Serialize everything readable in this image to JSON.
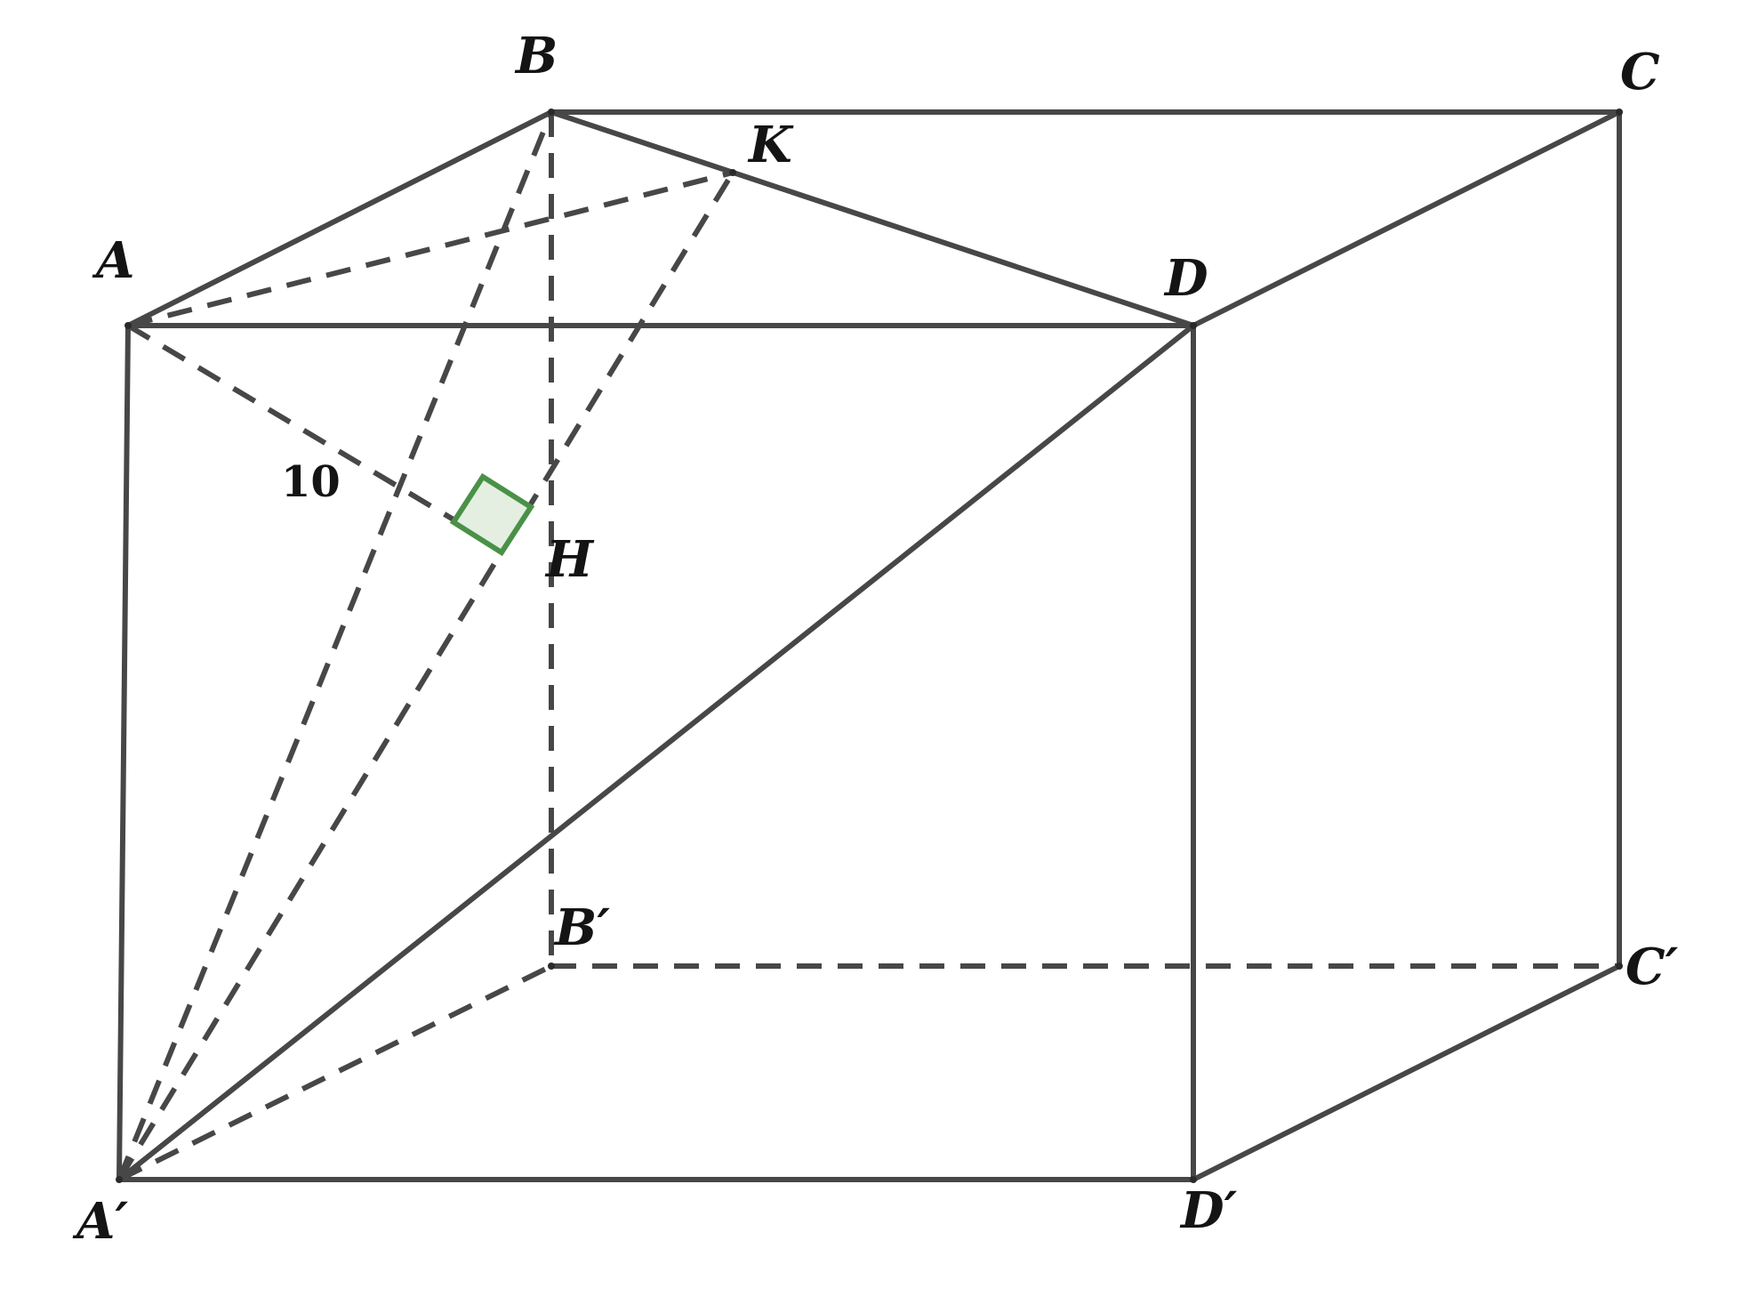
{
  "figure": {
    "vertices": {
      "A": "A",
      "B": "B",
      "C": "C",
      "D": "D",
      "A_prime": "A′",
      "B_prime": "B′",
      "C_prime": "C′",
      "D_prime": "D′",
      "H": "H",
      "K": "K"
    },
    "measurement": "10",
    "colors": {
      "edge": "#474747",
      "right_angle_stroke": "#4a9148",
      "right_angle_fill": "#e4efe2"
    }
  }
}
